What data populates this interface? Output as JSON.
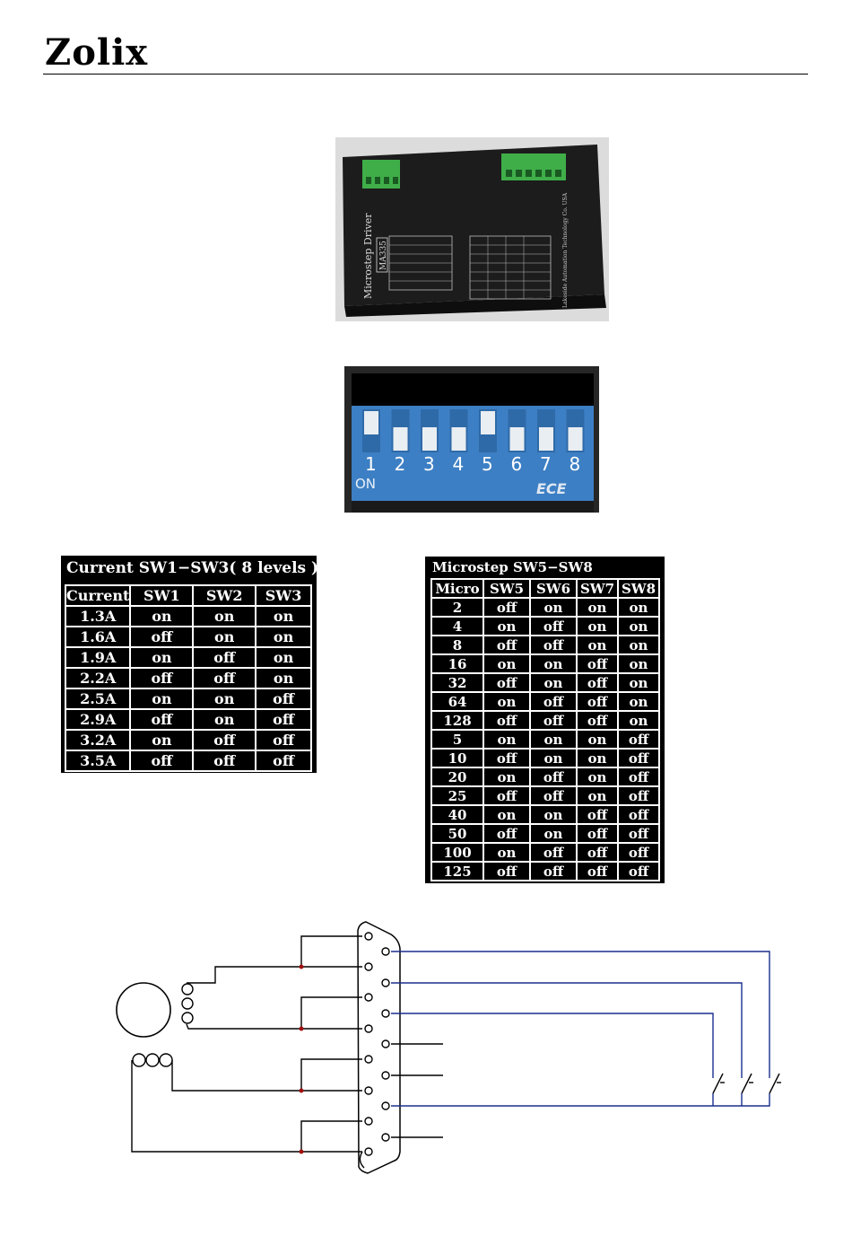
{
  "header": {
    "logo_text": "Zolix"
  },
  "driver_photo": {
    "model": "MA335",
    "label": "Microstep Driver",
    "maker": "Lakeside Automation Technology Co. USA"
  },
  "dip_switch": {
    "numbers": [
      "1",
      "2",
      "3",
      "4",
      "5",
      "6",
      "7",
      "8"
    ],
    "on_label": "ON",
    "brand": "ECE"
  },
  "current_table": {
    "title": "Current SW1−SW3( 8 levels ):",
    "headers": [
      "Current",
      "SW1",
      "SW2",
      "SW3"
    ],
    "rows": [
      [
        "1.3A",
        "on",
        "on",
        "on"
      ],
      [
        "1.6A",
        "off",
        "on",
        "on"
      ],
      [
        "1.9A",
        "on",
        "off",
        "on"
      ],
      [
        "2.2A",
        "off",
        "off",
        "on"
      ],
      [
        "2.5A",
        "on",
        "on",
        "off"
      ],
      [
        "2.9A",
        "off",
        "on",
        "off"
      ],
      [
        "3.2A",
        "on",
        "off",
        "off"
      ],
      [
        "3.5A",
        "off",
        "off",
        "off"
      ]
    ]
  },
  "microstep_table": {
    "title": "Microstep SW5−SW8",
    "headers": [
      "Micro",
      "SW5",
      "SW6",
      "SW7",
      "SW8"
    ],
    "rows": [
      [
        "2",
        "off",
        "on",
        "on",
        "on"
      ],
      [
        "4",
        "on",
        "off",
        "on",
        "on"
      ],
      [
        "8",
        "off",
        "off",
        "on",
        "on"
      ],
      [
        "16",
        "on",
        "on",
        "off",
        "on"
      ],
      [
        "32",
        "off",
        "on",
        "off",
        "on"
      ],
      [
        "64",
        "on",
        "off",
        "off",
        "on"
      ],
      [
        "128",
        "off",
        "off",
        "off",
        "on"
      ],
      [
        "5",
        "on",
        "on",
        "on",
        "off"
      ],
      [
        "10",
        "off",
        "on",
        "on",
        "off"
      ],
      [
        "20",
        "on",
        "off",
        "on",
        "off"
      ],
      [
        "25",
        "off",
        "off",
        "on",
        "off"
      ],
      [
        "40",
        "on",
        "on",
        "off",
        "off"
      ],
      [
        "50",
        "off",
        "on",
        "off",
        "off"
      ],
      [
        "100",
        "on",
        "off",
        "off",
        "off"
      ],
      [
        "125",
        "off",
        "off",
        "off",
        "off"
      ]
    ]
  },
  "colors": {
    "wire_black": "#000000",
    "wire_blue": "#1a2f8f",
    "junction_red": "#a01010",
    "dip_blue": "#3d7fc4",
    "driver_body": "#1c1c1c",
    "terminal_green": "#3fae49"
  }
}
